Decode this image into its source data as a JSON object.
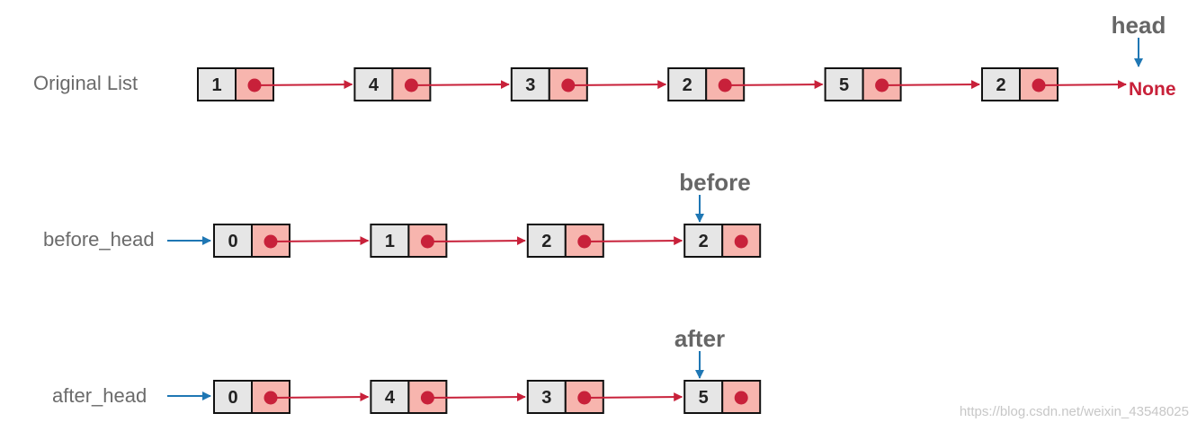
{
  "diagram": {
    "rows": [
      {
        "label": "Original List",
        "values": [
          "1",
          "4",
          "3",
          "2",
          "5",
          "2"
        ],
        "terminal": "None",
        "pointer": {
          "label": "head",
          "target": "terminal"
        }
      },
      {
        "label": "before_head",
        "values": [
          "0",
          "1",
          "2",
          "2"
        ],
        "pointer": {
          "label": "before",
          "target": 3
        }
      },
      {
        "label": "after_head",
        "values": [
          "0",
          "4",
          "3",
          "5"
        ],
        "pointer": {
          "label": "after",
          "target": 3
        }
      }
    ],
    "watermark": "https://blog.csdn.net/weixin_43548025",
    "colors": {
      "node_value_fill": "#e6e6e6",
      "node_pointer_fill": "#f7b5ae",
      "dot_and_arrow": "#c8213a",
      "pointer_arrow": "#1f77b4",
      "label_text": "#6b6b6b"
    }
  }
}
